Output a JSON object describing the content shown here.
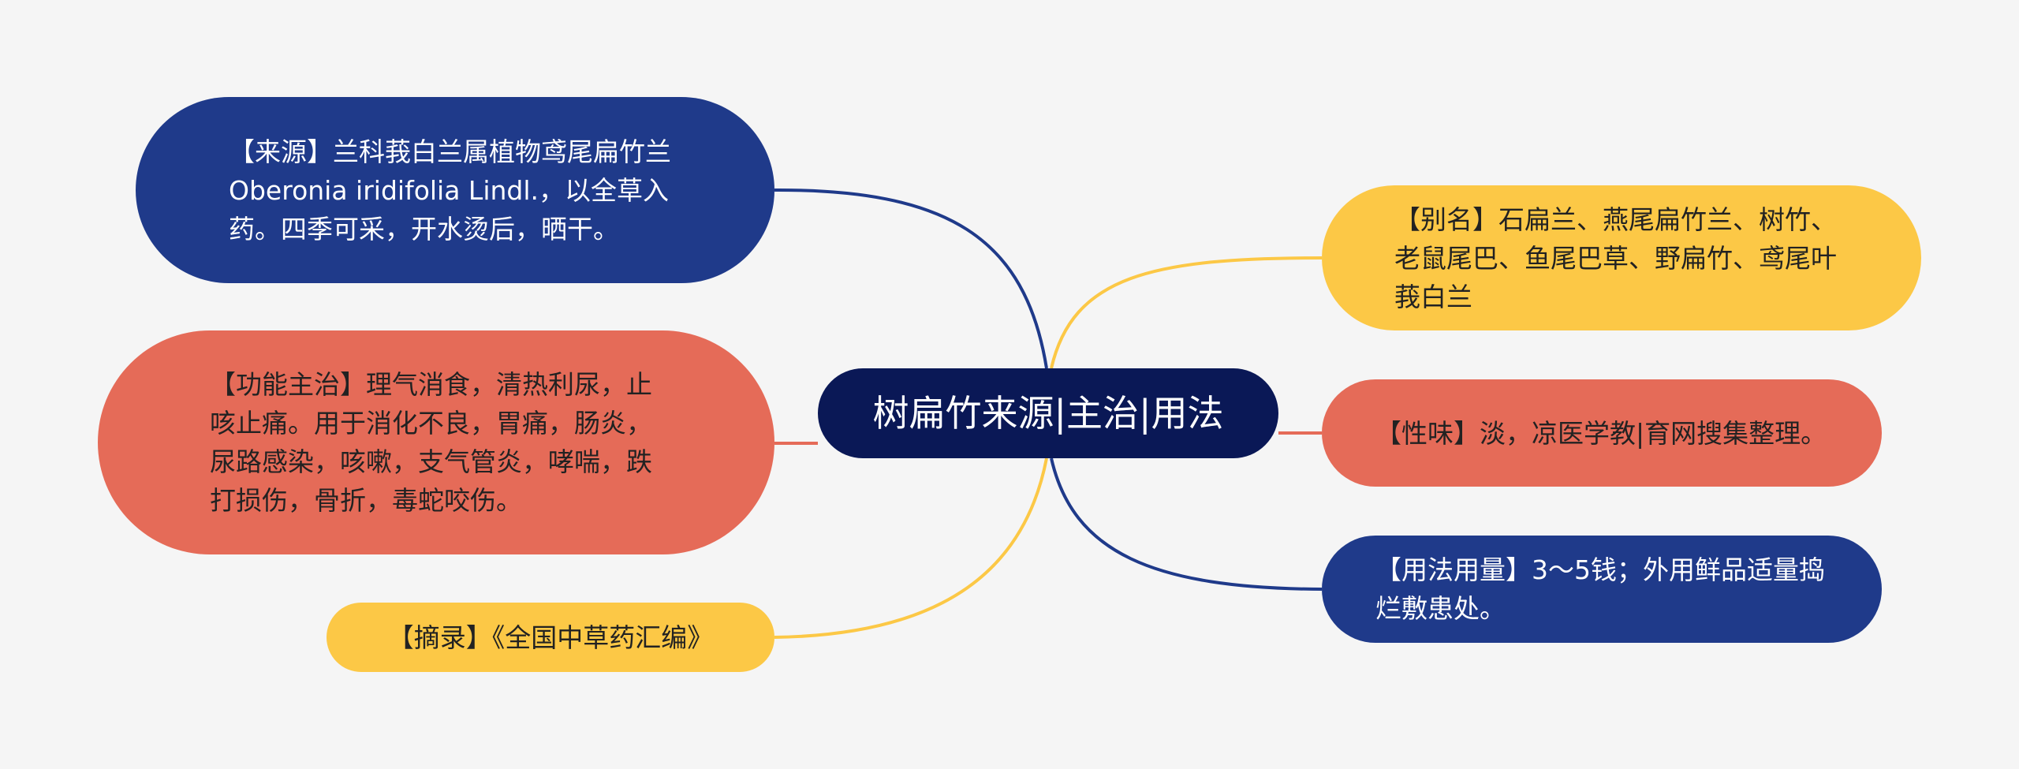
{
  "center": {
    "title": "树扁竹来源|主治|用法"
  },
  "branches": {
    "source": {
      "text": "【来源】兰科莪白兰属植物鸢尾扁竹兰Oberonia iridifolia Lindl.，以全草入药。四季可采，开水烫后，晒干。",
      "color": "#1f3a8a"
    },
    "function": {
      "text": "【功能主治】理气消食，清热利尿，止咳止痛。用于消化不良，胃痛，肠炎，尿路感染，咳嗽，支气管炎，哮喘，跌打损伤，骨折，毒蛇咬伤。",
      "color": "#e56b58"
    },
    "excerpt": {
      "text": "【摘录】《全国中草药汇编》",
      "color": "#fcc846"
    },
    "alias": {
      "text": "【别名】石扁兰、燕尾扁竹兰、树竹、老鼠尾巴、鱼尾巴草、野扁竹、鸢尾叶莪白兰",
      "color": "#fcc846"
    },
    "taste": {
      "text": "【性味】淡，凉医学教|育网搜集整理。",
      "color": "#e56b58"
    },
    "usage": {
      "text": "【用法用量】3～5钱；外用鲜品适量捣烂敷患处。",
      "color": "#1f3a8a"
    }
  }
}
